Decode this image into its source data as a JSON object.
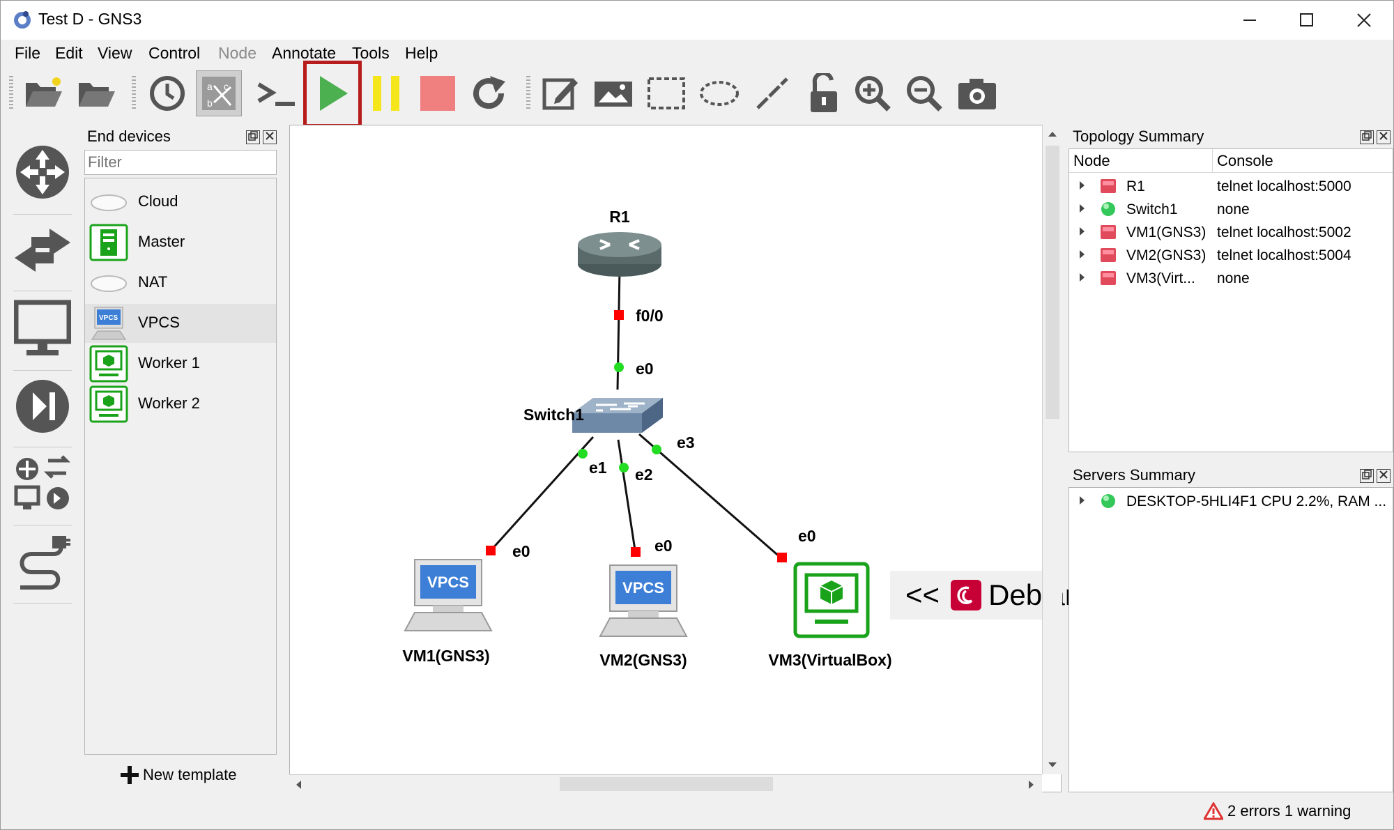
{
  "window": {
    "title": "Test D - GNS3"
  },
  "menu": [
    "File",
    "Edit",
    "View",
    "Control",
    "Node",
    "Annotate",
    "Tools",
    "Help"
  ],
  "menu_disabled": [
    "Node"
  ],
  "toolbar": [
    "open-project-icon",
    "open-folder-icon",
    "snapshot-clock-icon",
    "show-interface-labels-icon",
    "console-all-icon",
    "start-all-icon",
    "suspend-all-icon",
    "stop-all-icon",
    "reload-all-icon",
    "add-note-icon",
    "insert-picture-icon",
    "draw-rectangle-icon",
    "draw-ellipse-icon",
    "draw-line-icon",
    "lock-icon",
    "zoom-in-icon",
    "zoom-out-icon",
    "screenshot-icon"
  ],
  "devices_panel": {
    "title": "End devices",
    "filter_placeholder": "Filter",
    "items": [
      "Cloud",
      "Master",
      "NAT",
      "VPCS",
      "Worker 1",
      "Worker 2"
    ],
    "selected": "VPCS",
    "new_template": "New template"
  },
  "topology": {
    "nodes": [
      {
        "id": "R1",
        "label": "R1"
      },
      {
        "id": "Switch1",
        "label": "Switch1"
      },
      {
        "id": "VM1",
        "label": "VM1(GNS3)"
      },
      {
        "id": "VM2",
        "label": "VM2(GNS3)"
      },
      {
        "id": "VM3",
        "label": "VM3(VirtualBox)"
      }
    ],
    "ports": {
      "r1_f0": "f0/0",
      "sw_e0": "e0",
      "sw_e1": "e1",
      "sw_e2": "e2",
      "sw_e3": "e3",
      "vm1_e0": "e0",
      "vm2_e0": "e0",
      "vm3_e0": "e0"
    },
    "vpcs_badge": "VPCS"
  },
  "annotation": {
    "prefix": "<<",
    "text": "Debian (VM)"
  },
  "topology_summary": {
    "title": "Topology Summary",
    "columns": [
      "Node",
      "Console"
    ],
    "rows": [
      {
        "node": "R1",
        "console": "telnet localhost:5000",
        "status": "stopped"
      },
      {
        "node": "Switch1",
        "console": "none",
        "status": "started"
      },
      {
        "node": "VM1(GNS3)",
        "console": "telnet localhost:5002",
        "status": "stopped"
      },
      {
        "node": "VM2(GNS3)",
        "console": "telnet localhost:5004",
        "status": "stopped"
      },
      {
        "node": "VM3(Virt...",
        "console": "none",
        "status": "stopped"
      }
    ]
  },
  "servers_summary": {
    "title": "Servers Summary",
    "rows": [
      {
        "text": "DESKTOP-5HLI4F1 CPU 2.2%, RAM ...",
        "status": "started"
      }
    ]
  },
  "status_bar": {
    "message": "2 errors 1 warning"
  },
  "colors": {
    "highlight": "#b71c1c",
    "start_green": "#4caf50",
    "suspend_yellow": "#f5e51b",
    "stop_red": "#f08080",
    "port_red": "#ff0000",
    "port_green": "#22dd22",
    "node_green": "#1aa31a"
  }
}
